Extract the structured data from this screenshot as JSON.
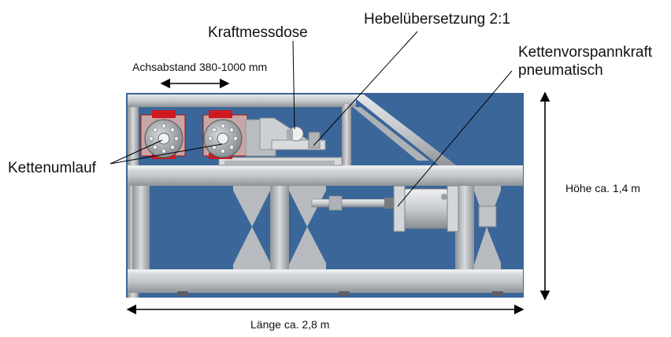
{
  "labels": {
    "kraftmessdose": "Kraftmessdose",
    "hebel": "Hebelübersetzung 2:1",
    "achsabstand": "Achsabstand 380-1000 mm",
    "kettenvorspann_line1": "Kettenvorspannkraft",
    "kettenvorspann_line2": "pneumatisch",
    "kettenumlauf": "Kettenumlauf",
    "hoehe": "Höhe ca. 1,4 m",
    "laenge": "Länge ca. 2,8 m"
  },
  "colors": {
    "background_panel": "#3a6699",
    "frame_steel": "#c9ccd0",
    "frame_shadow": "#8e9296",
    "motor_red": "#d01820",
    "sprocket": "#9aa0a6"
  }
}
